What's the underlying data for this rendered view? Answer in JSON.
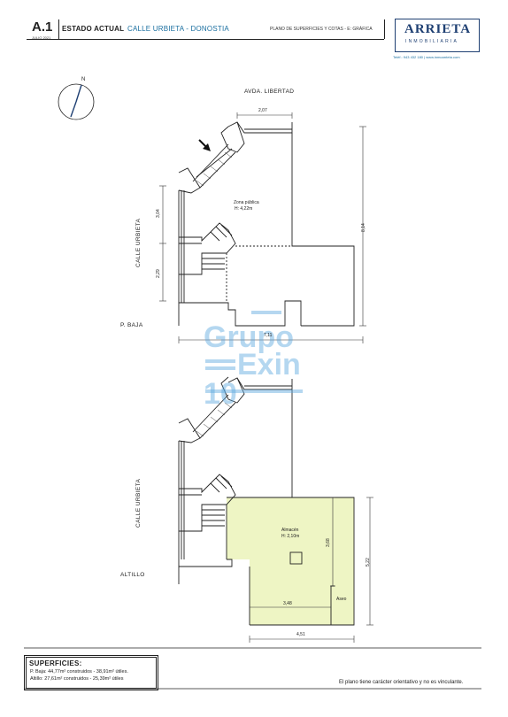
{
  "header": {
    "sheet_number": "A.1",
    "date": "JULIO 2021",
    "title": "ESTADO ACTUAL",
    "location": "CALLE URBIETA - DONOSTIA",
    "description": "PLANO DE SUPERFICIES Y COTAS - E: GRÁFICA"
  },
  "logo": {
    "name": "ARRIETA",
    "subtitle": "INMOBILIARIA",
    "contact": "Teléf.: 943 432 180  |  www.inmoarrieta.com"
  },
  "plan": {
    "street_top": "AVDA. LIBERTAD",
    "street_side_1": "CALLE URBIETA",
    "street_side_2": "CALLE URBIETA",
    "compass_label": "N",
    "floor_1_name": "P. BAJA",
    "floor_1_room": "Zona pública",
    "floor_1_height": "H: 4,22m",
    "floor_2_name": "ALTILLO",
    "floor_2_room": "Almacén",
    "floor_2_height": "H: 2,10m",
    "floor_2_toilet": "Aseo",
    "dims": {
      "d207": "2,07",
      "d814": "8,14",
      "d304": "3,04",
      "d229": "2,29",
      "d711": "7,11",
      "d368": "3,68",
      "d522": "5,22",
      "d348": "3,48",
      "d451": "4,51"
    },
    "accent_fill": "#eef5c4"
  },
  "watermark": {
    "line1": "Grupo",
    "line2": "Exin",
    "line3": "10",
    "color": "#5aa7de"
  },
  "summary": {
    "title": "SUPERFICIES:",
    "line1": "P. Baja: 44,77m² construidos - 38,91m² útiles.",
    "line2": "Altillo: 27,61m² construidos - 25,39m² útiles"
  },
  "disclaimer": "El plano tiene carácter orientativo y no es vinculante."
}
